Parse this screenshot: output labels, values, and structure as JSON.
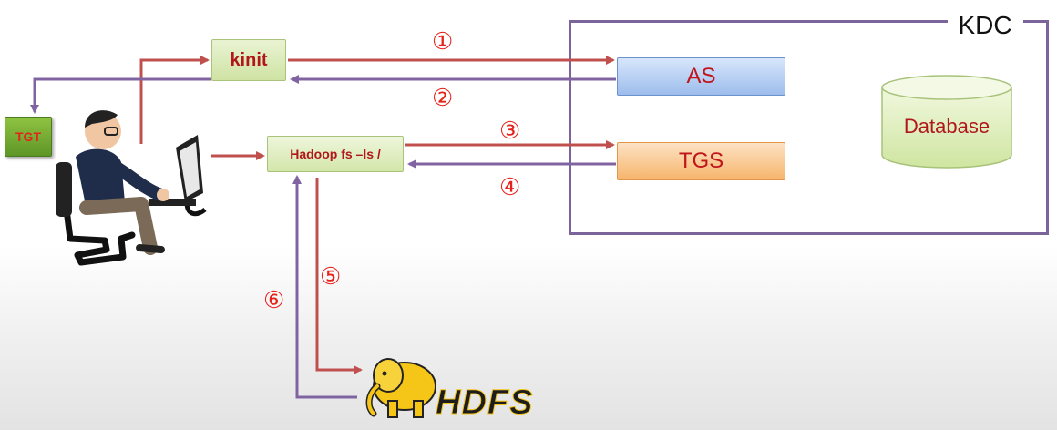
{
  "kdc": {
    "label": "KDC"
  },
  "nodes": {
    "kinit": "kinit",
    "as": "AS",
    "tgs": "TGS",
    "tgt": "TGT",
    "hadoop_cmd": "Hadoop fs –ls /",
    "database": "Database",
    "hdfs": "HDFS"
  },
  "steps": [
    "①",
    "②",
    "③",
    "④",
    "⑤",
    "⑥"
  ],
  "colors": {
    "request_arrow": "#c0504d",
    "response_arrow": "#8064a2",
    "kdc_border": "#7b649a",
    "step_number": "#e5231b"
  },
  "icons": {
    "user": "user-at-computer-icon",
    "hdfs": "hadoop-elephant-icon",
    "database": "database-cylinder-icon"
  }
}
